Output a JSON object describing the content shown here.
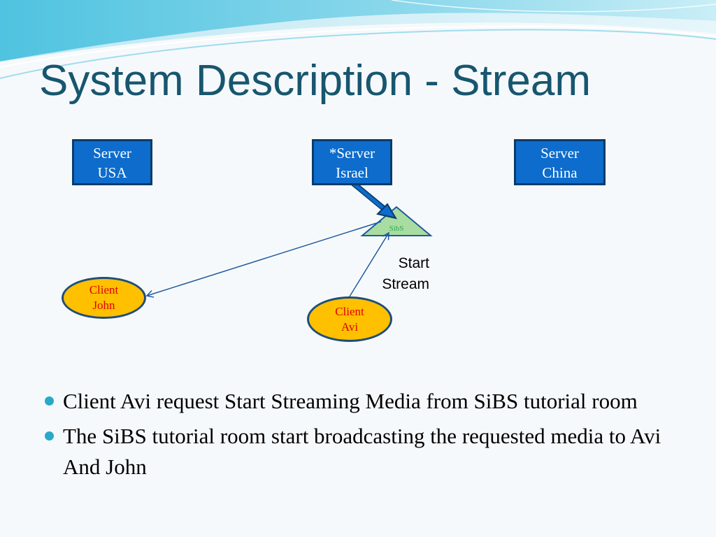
{
  "title": "System Description - Stream",
  "colors": {
    "title": "#17566f",
    "server_fill": "#0d6ccc",
    "client_fill": "#ffc000",
    "client_text": "#e00000",
    "sibs_fill": "#a9dca0",
    "sibs_text": "#2fa84f",
    "connector": "#1f5a9e",
    "bullet": "#2aa8c8"
  },
  "servers": [
    {
      "line1": "Server",
      "line2": "USA"
    },
    {
      "line1": "*Server",
      "line2": "Israel"
    },
    {
      "line1": "Server",
      "line2": "China"
    }
  ],
  "sibs": {
    "label": "SibS"
  },
  "clients": [
    {
      "line1": "Client",
      "line2": "John"
    },
    {
      "line1": "Client",
      "line2": "Avi"
    }
  ],
  "annotation": {
    "line1": "Start",
    "line2": "Stream"
  },
  "bullets": [
    "Client Avi request Start Streaming Media from SiBS tutorial room",
    "The SiBS tutorial room start broadcasting the requested media to Avi And John"
  ]
}
